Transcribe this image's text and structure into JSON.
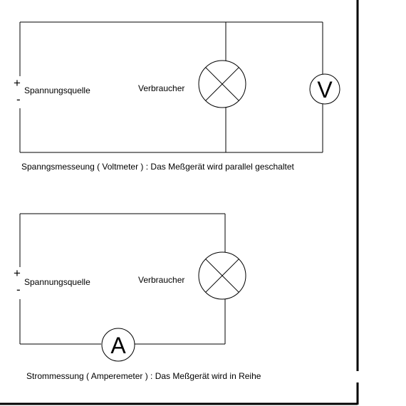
{
  "diagram": {
    "voltmeter_circuit": {
      "source_plus": "+",
      "source_minus": "-",
      "source_label": "Spannungsquelle",
      "load_label": "Verbraucher",
      "meter_symbol": "V",
      "caption": "Spanngsmesseung ( Voltmeter ) : Das Meßgerät wird parallel geschaltet"
    },
    "ammeter_circuit": {
      "source_plus": "+",
      "source_minus": "-",
      "source_label": "Spannungsquelle",
      "load_label": "Verbraucher",
      "meter_symbol": "A",
      "caption": "Strommessung ( Amperemeter ) : Das Meßgerät wird in Reihe"
    },
    "colors": {
      "line": "#000000",
      "background": "#ffffff"
    }
  }
}
